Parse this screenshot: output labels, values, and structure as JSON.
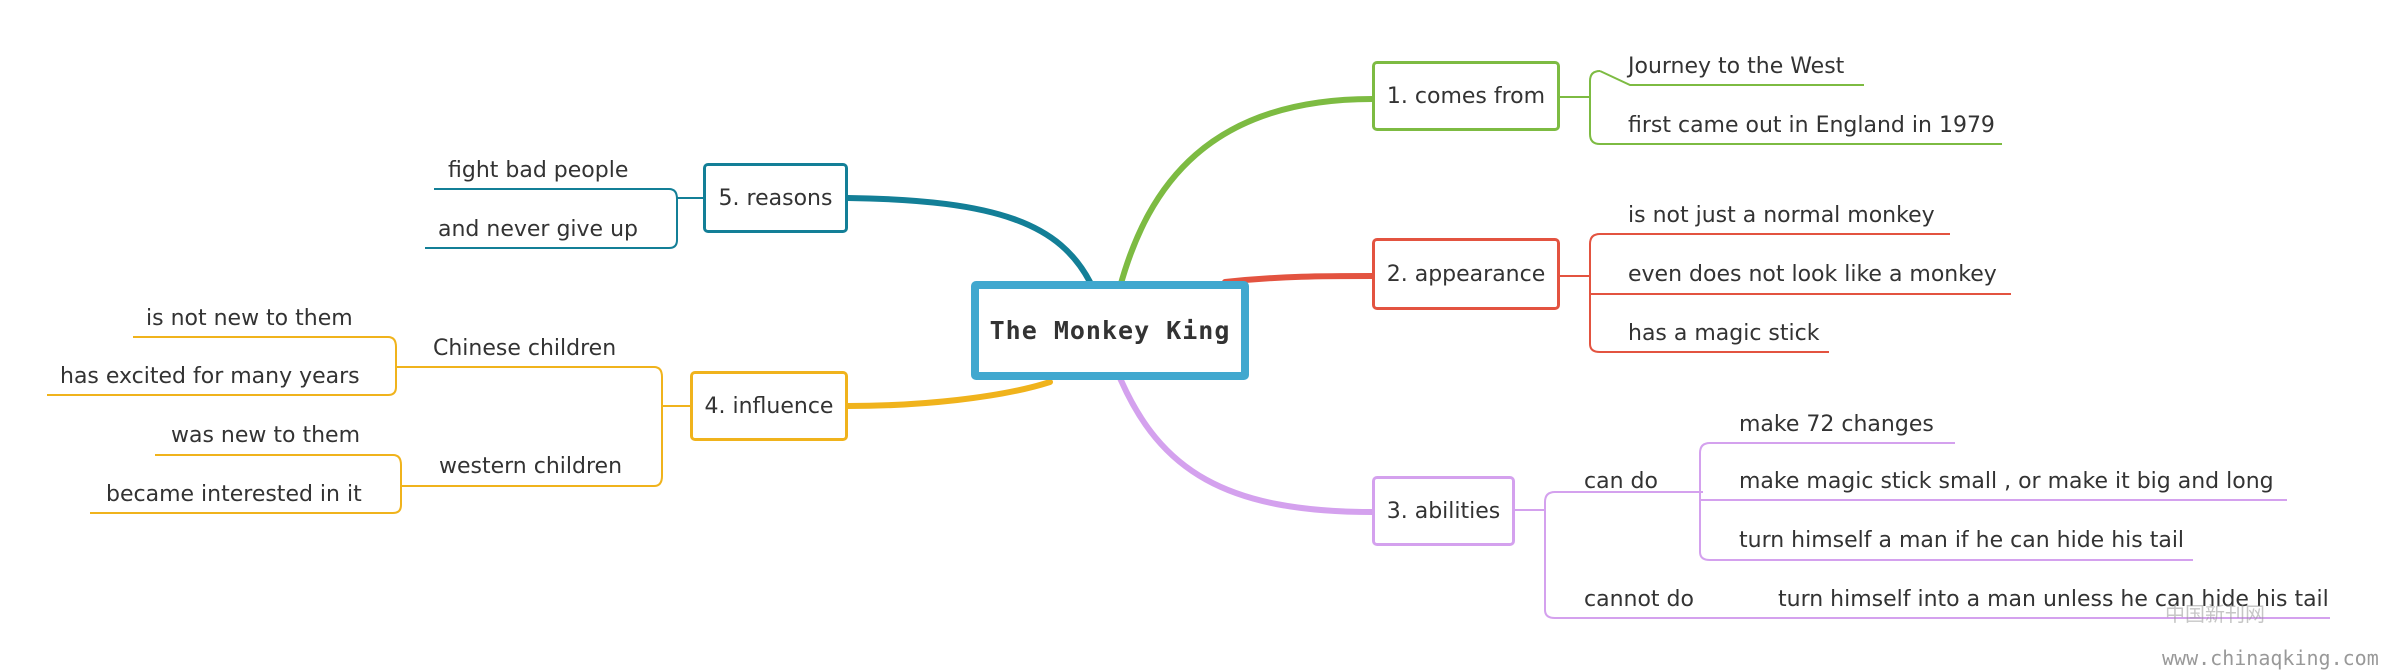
{
  "root": {
    "title": "The Monkey King"
  },
  "branches": {
    "comes_from": {
      "label": "1. comes from",
      "items": [
        "Journey to the West",
        "first came out in England in 1979"
      ]
    },
    "appearance": {
      "label": "2. appearance",
      "items": [
        "is not just a normal monkey",
        "even does not look like a monkey",
        "has a magic stick"
      ]
    },
    "abilities": {
      "label": "3. abilities",
      "can_do": {
        "label": "can do",
        "items": [
          "make 72 changes",
          "make magic stick small , or make it big and long",
          "turn himself a man if he can hide his tail"
        ]
      },
      "cannot_do": {
        "label": "cannot do",
        "items": [
          "turn himself into a man unless he can hide his tail"
        ]
      }
    },
    "influence": {
      "label": "4. influence",
      "chinese": {
        "label": "Chinese children",
        "items": [
          "is not new to them",
          "has excited for many years"
        ]
      },
      "western": {
        "label": "western children",
        "items": [
          "was new to them",
          "became interested in it"
        ]
      }
    },
    "reasons": {
      "label": "5. reasons",
      "items": [
        "fight bad people",
        "and never give up"
      ]
    }
  },
  "colors": {
    "root": "#41a8cf",
    "comes_from": "#7dbb42",
    "appearance": "#e35340",
    "abilities": "#d4a1ee",
    "influence": "#f0b31c",
    "reasons": "#137f97"
  },
  "watermark": {
    "cn": "中国新刊网",
    "url": "www.chinaqking.com"
  }
}
